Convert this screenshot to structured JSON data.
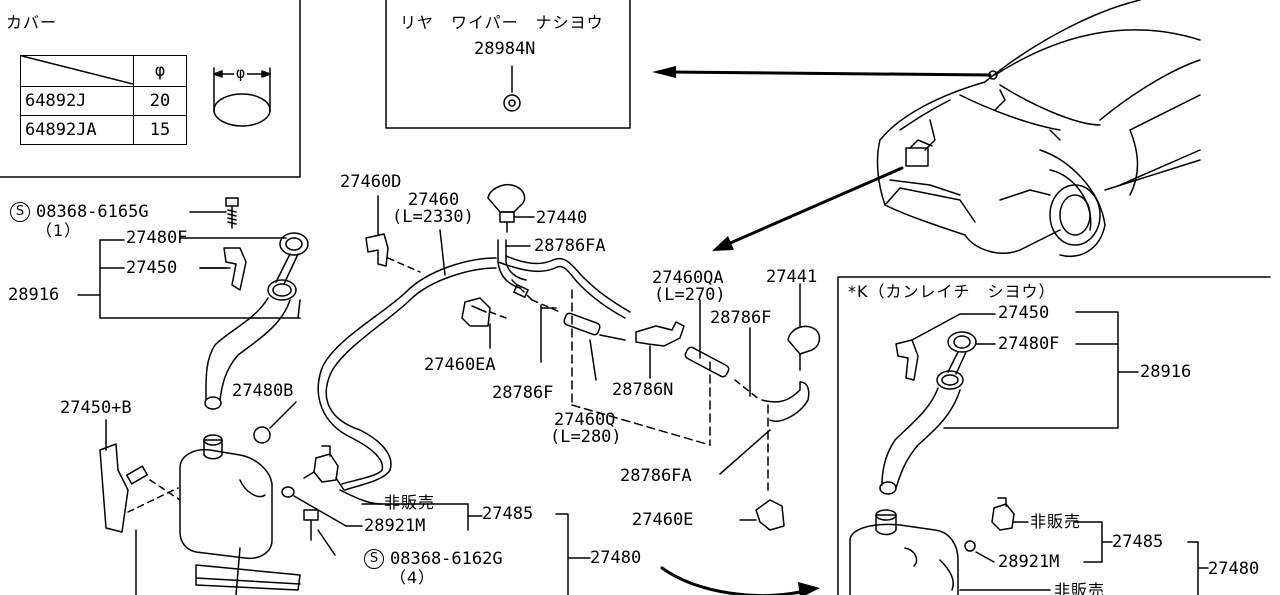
{
  "cover_box": {
    "title": "カバー",
    "phi_header": "φ",
    "rows": [
      {
        "part": "64892J",
        "diameter": "20"
      },
      {
        "part": "64892JA",
        "diameter": "15"
      }
    ],
    "dim_label": "φ"
  },
  "rear_wiper_box": {
    "title": "リヤ　ワイパー　ナシヨウ",
    "part": "28984N"
  },
  "cold_region_box": {
    "title": "*K（カンレイチ　シヨウ）"
  },
  "labels": {
    "p27460D": "27460D",
    "p27460": "27460",
    "p27460_len": "(L=2330)",
    "p27440": "27440",
    "p28786FA_top": "28786FA",
    "p08368_6165G": "08368-6165G",
    "p08368_6165G_qty": "（1）",
    "p27480F_left": "27480F",
    "p27450_left": "27450",
    "p28916_left": "28916",
    "p27460EA": "27460EA",
    "p28786F_mid": "28786F",
    "p28786N": "28786N",
    "p27460Q": "27460Q",
    "p27460Q_len": "(L=280)",
    "p27460QA": "27460QA",
    "p27460QA_len": "(L=270)",
    "p27441": "27441",
    "p28786F_right": "28786F",
    "p28786FA_low": "28786FA",
    "p27460E": "27460E",
    "p27450B": "27450+B",
    "p27480B": "27480B",
    "hanbai_left": "非販売",
    "p28921M_left": "28921M",
    "p27485_left": "27485",
    "p27480_left": "27480",
    "p08368_6162G": "08368-6162G",
    "p08368_6162G_qty": "（4）",
    "p27450_right": "27450",
    "p27480F_right": "27480F",
    "p28916_right": "28916",
    "hanbai_right": "非販売",
    "p28921M_right": "28921M",
    "p27485_right": "27485",
    "p27480_right": "27480",
    "hanbai_right_2": "非販売",
    "s_mark": "S"
  }
}
